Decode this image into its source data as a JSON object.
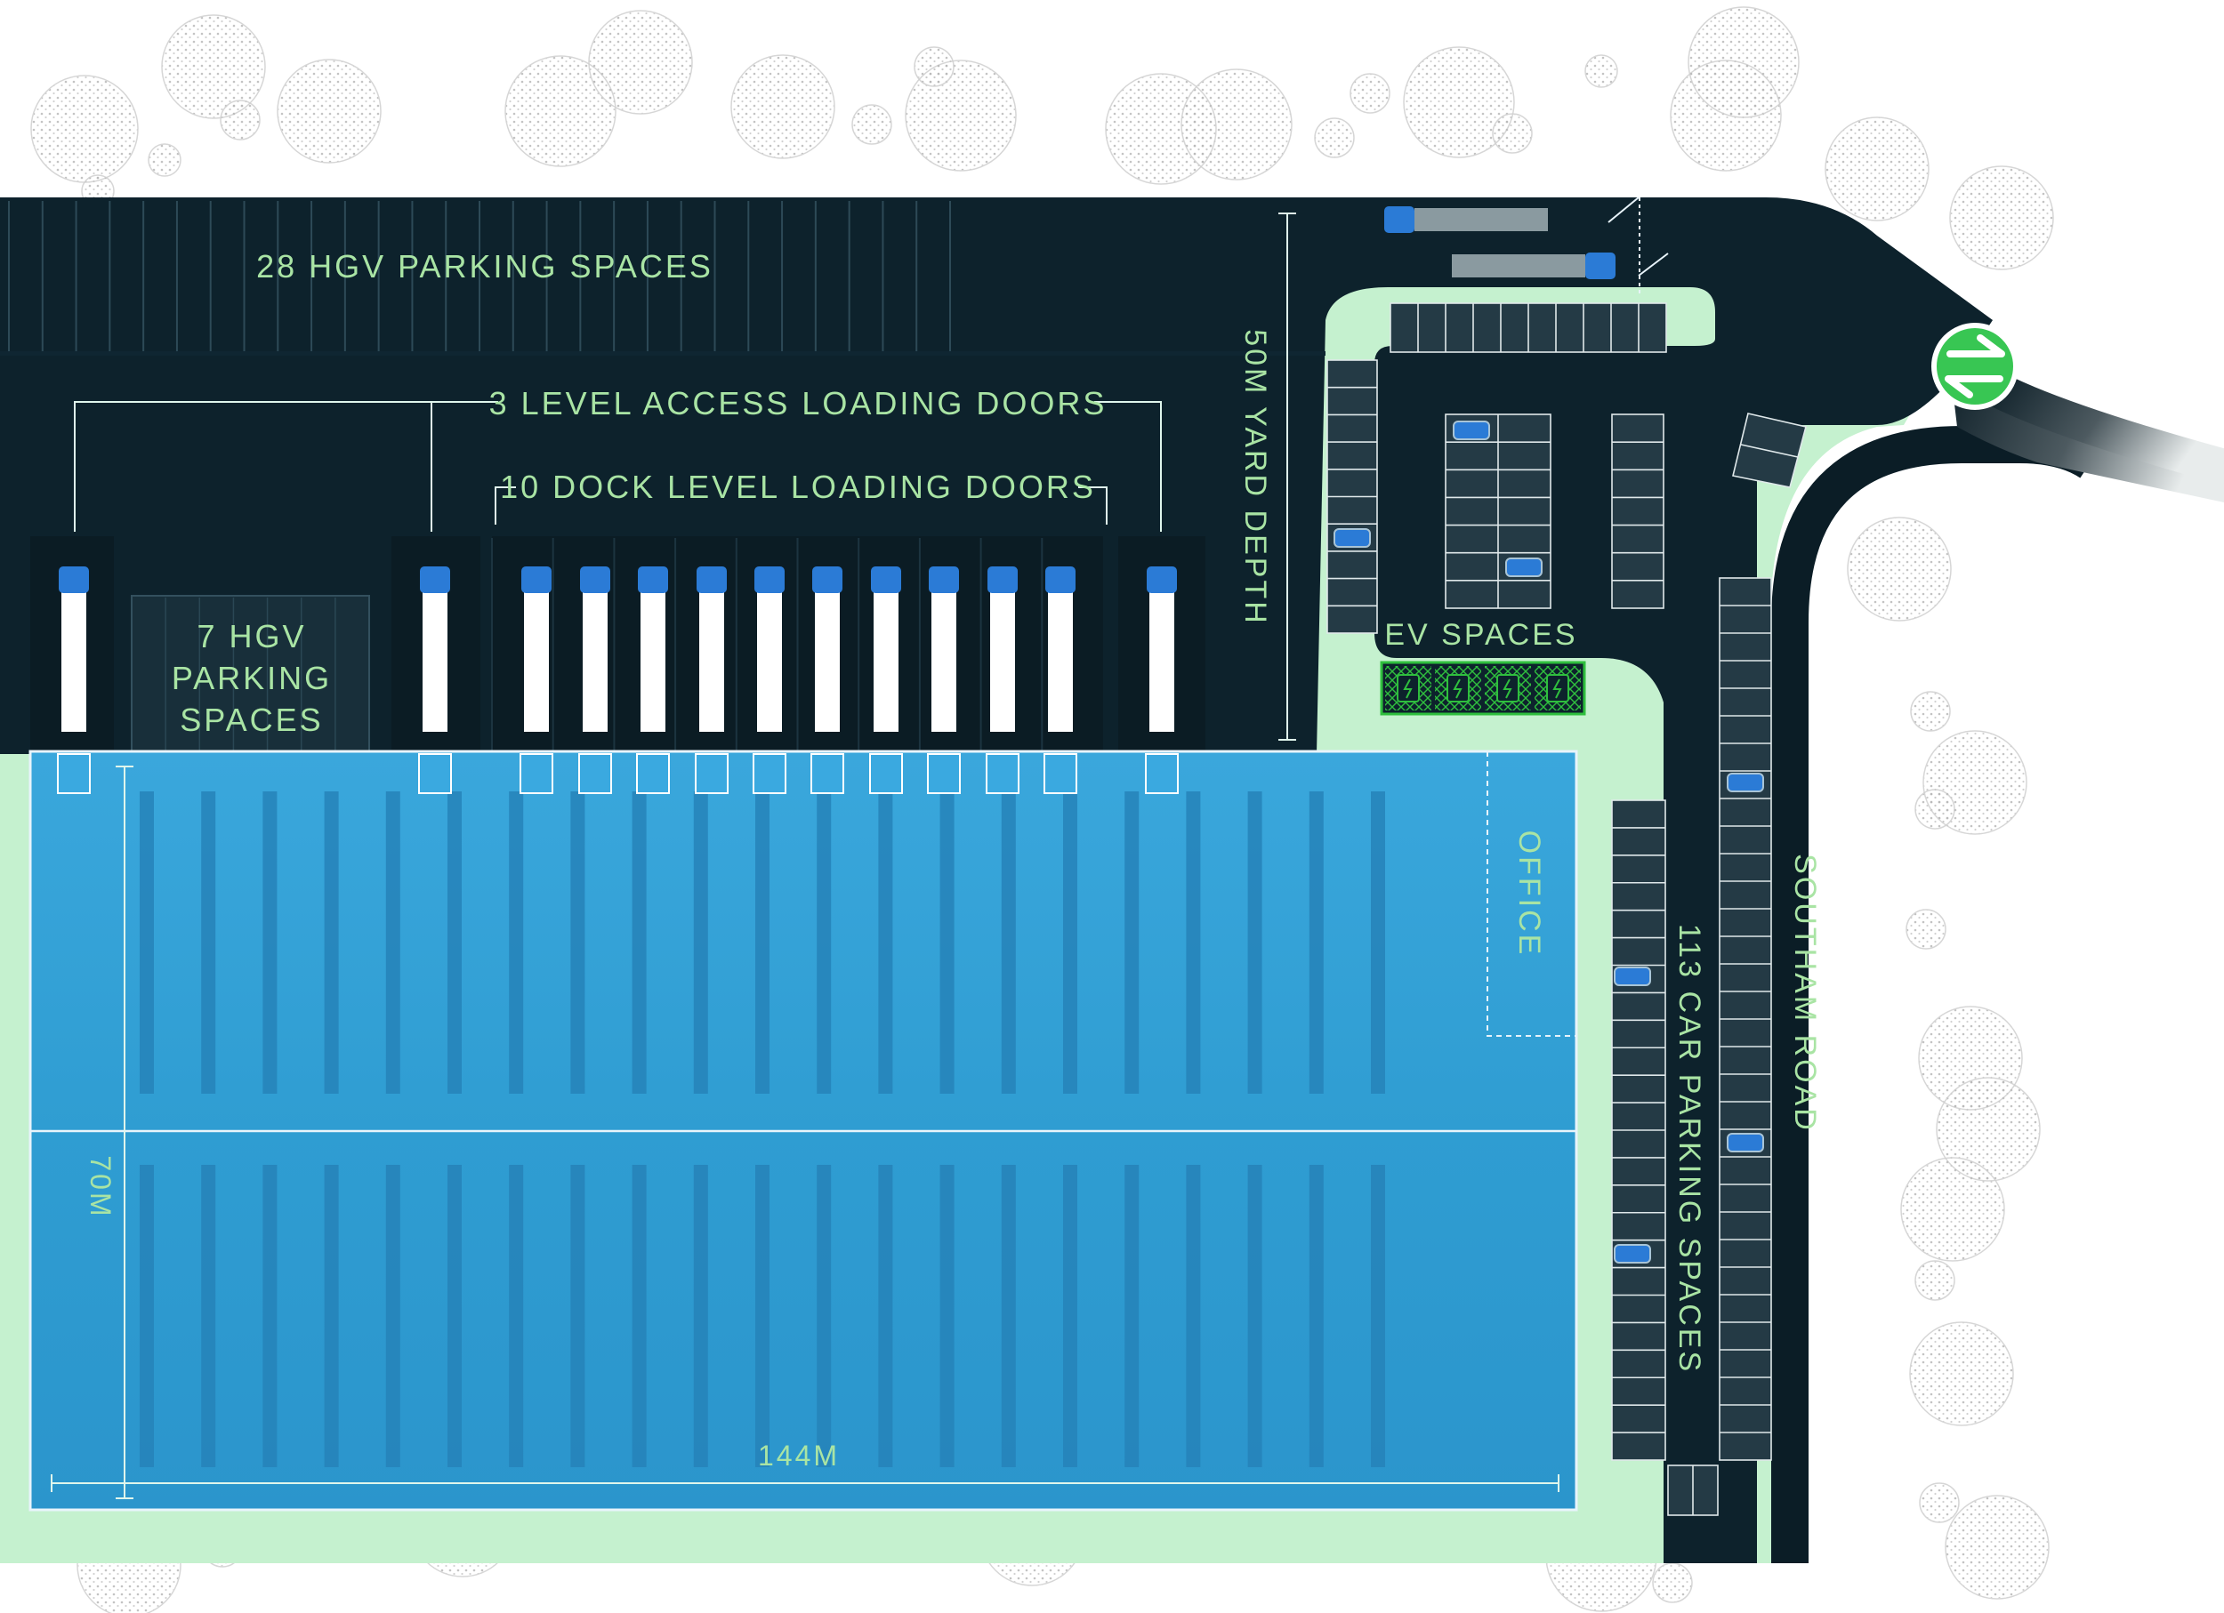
{
  "labels": {
    "hgv_parking_28": "28 HGV PARKING SPACES",
    "level_access_doors": "3 LEVEL ACCESS LOADING DOORS",
    "dock_level_doors": "10 DOCK LEVEL LOADING DOORS",
    "hgv_parking_7_line1": "7 HGV",
    "hgv_parking_7_line2": "PARKING",
    "hgv_parking_7_line3": "SPACES",
    "yard_depth": "50M YARD DEPTH",
    "ev_spaces": "EV SPACES",
    "office": "OFFICE",
    "car_parking": "113 CAR PARKING SPACES",
    "southam_road": "SOUTHAM ROAD",
    "building_width": "144M",
    "building_depth": "70M"
  },
  "map_elements": {
    "hgv_parking_spaces": 28,
    "side_hgv_parking_spaces": 7,
    "level_access_loading_doors": 3,
    "dock_level_loading_doors": 10,
    "yard_depth_m": 50,
    "building_width_m": 144,
    "building_depth_m": 70,
    "car_parking_spaces": 113,
    "ev_spaces": 4,
    "road_name": "SOUTHAM ROAD"
  },
  "icons": {
    "entrance": "green-arrows-icon",
    "ev_charger": "ev-charger-icon",
    "truck": "truck-icon",
    "car": "car-icon",
    "tree": "tree-icon"
  },
  "colors": {
    "yard": "#0d222c",
    "road": "#0b1d26",
    "landscape": "#c5f1cf",
    "building": "#2f9fd3",
    "building_dark": "#2a8fc4",
    "label": "#a9e4a4",
    "entrance": "#38c653",
    "ev_bay": "#2fbf3e",
    "truck_cab": "#2b7bd6"
  }
}
